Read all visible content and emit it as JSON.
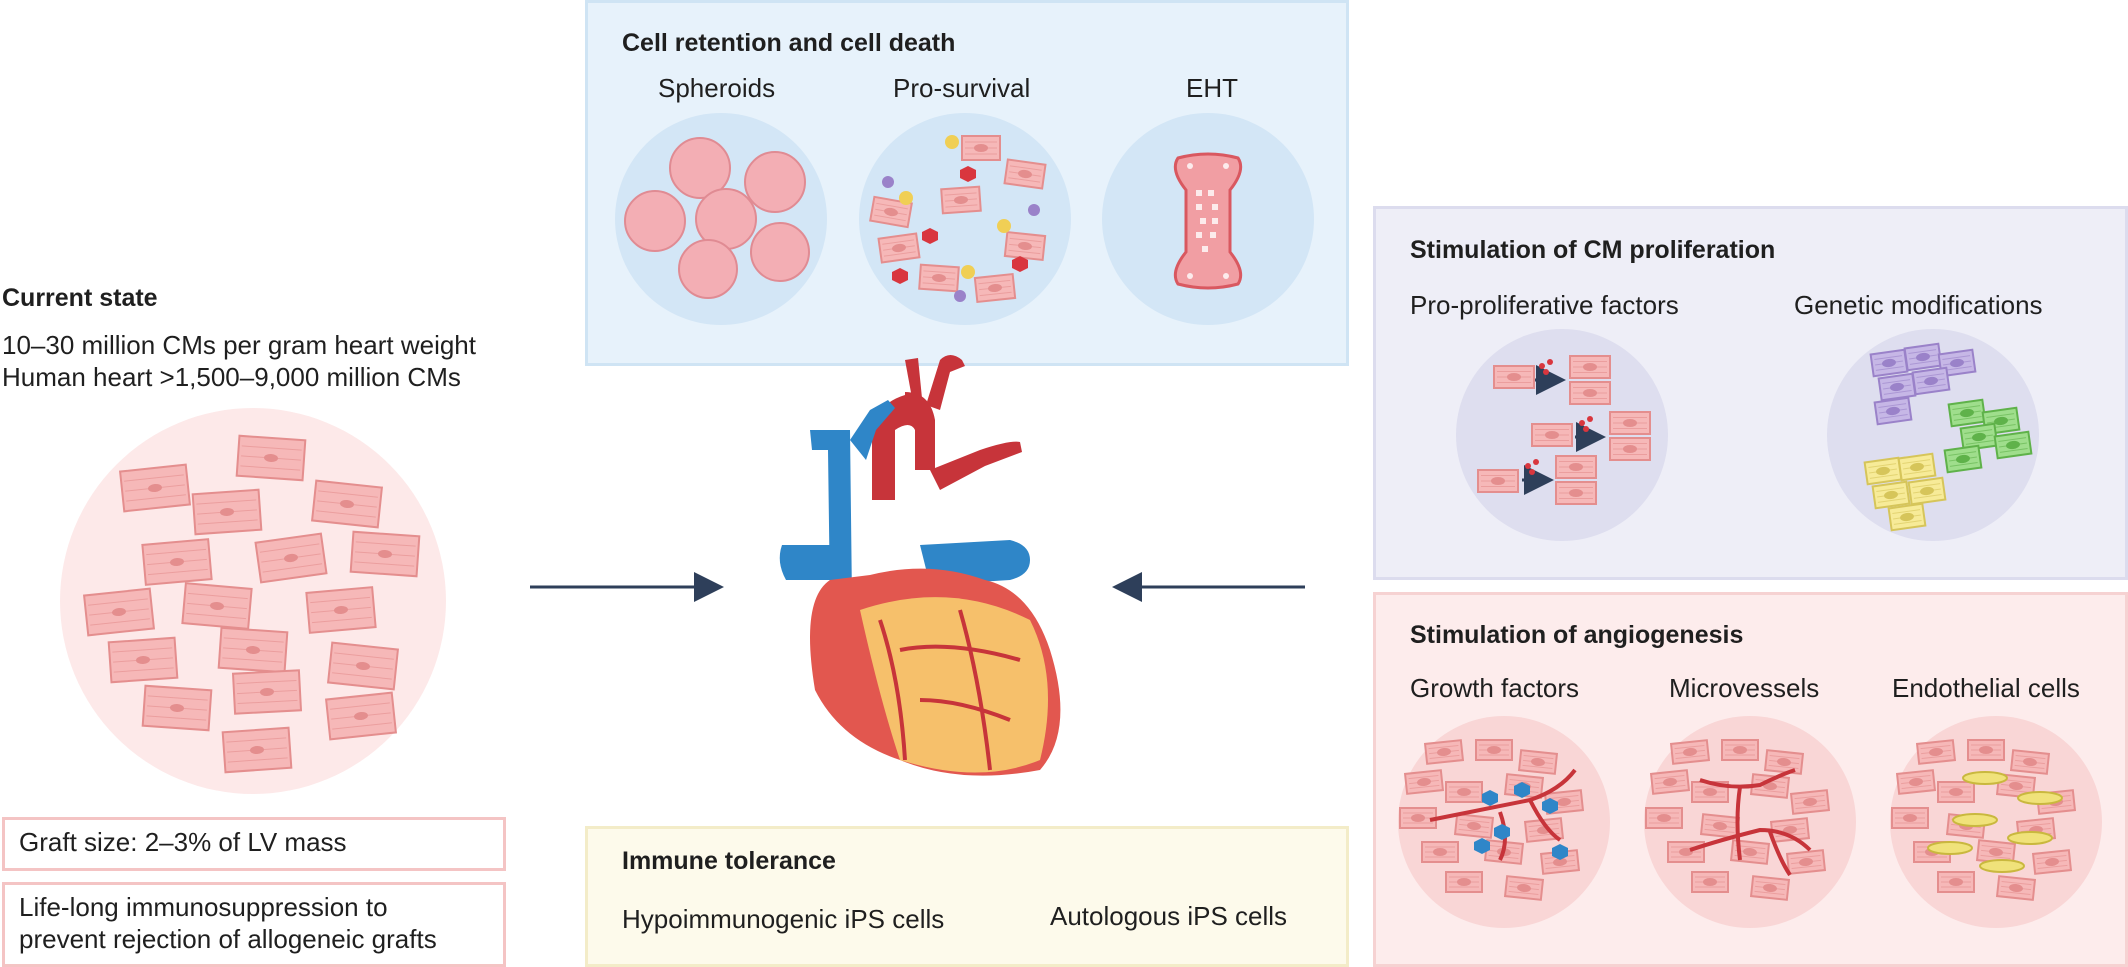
{
  "current_state": {
    "title": "Current state",
    "line1": "10–30 million CMs per gram heart weight",
    "line2": "Human heart >1,500–9,000 million CMs",
    "graft_size": "Graft size: 2–3% of LV mass",
    "immuno_line1": "Life-long immunosuppression to",
    "immuno_line2": "prevent rejection of allogeneic grafts"
  },
  "retention": {
    "title": "Cell retention and cell death",
    "items": [
      "Spheroids",
      "Pro-survival",
      "EHT"
    ]
  },
  "proliferation": {
    "title": "Stimulation of CM proliferation",
    "items": [
      "Pro-proliferative factors",
      "Genetic modifications"
    ]
  },
  "angiogenesis": {
    "title": "Stimulation of angiogenesis",
    "items": [
      "Growth factors",
      "Microvessels",
      "Endothelial cells"
    ]
  },
  "immune": {
    "title": "Immune tolerance",
    "items": [
      "Hypoimmunogenic iPS cells",
      "Autologous iPS cells"
    ]
  },
  "colors": {
    "cm_fill": "#f6b8b8",
    "cm_stroke": "#e48e8e",
    "vein_blue": "#2f86c8",
    "artery_red": "#c7343a",
    "arrow": "#2e3f5a"
  }
}
